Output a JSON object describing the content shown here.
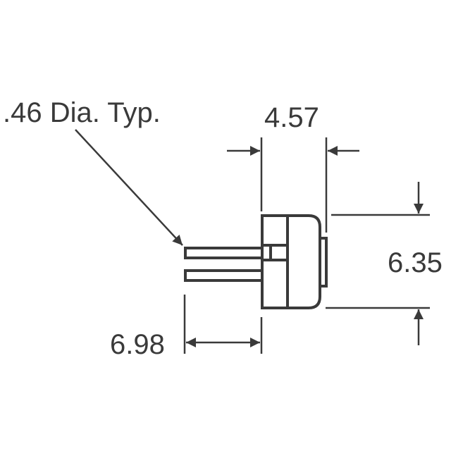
{
  "drawing": {
    "stroke_color": "#3a3a3a",
    "labels": {
      "lead_diameter": ".46 Dia. Typ.",
      "body_depth": "4.57",
      "body_height": "6.35",
      "lead_length": "6.98"
    }
  }
}
